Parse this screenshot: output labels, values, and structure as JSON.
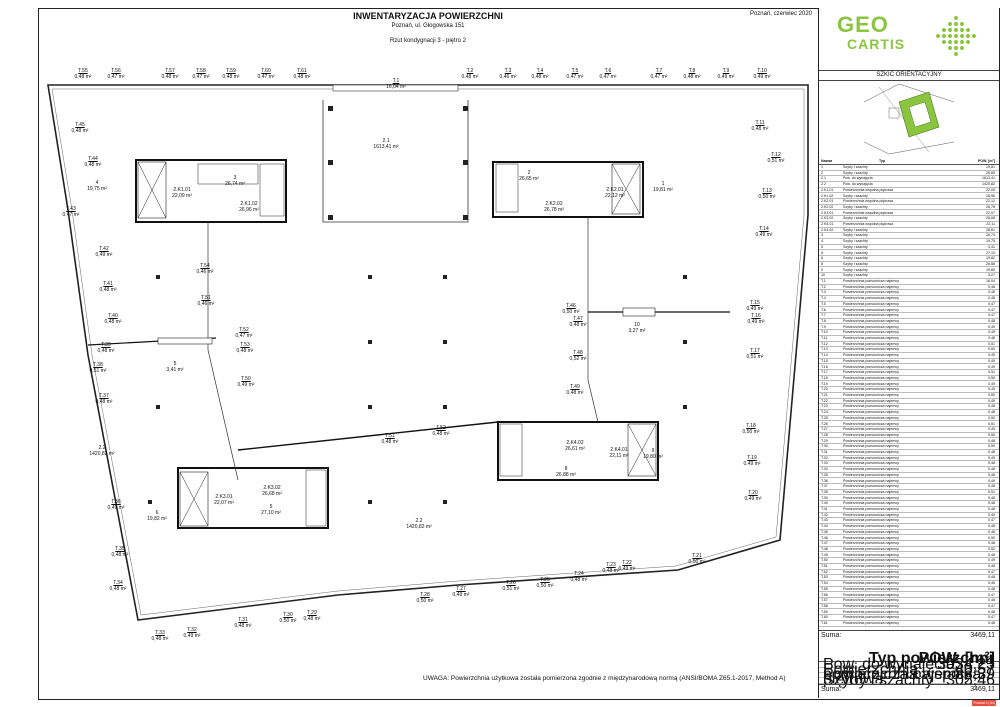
{
  "header": {
    "title": "INWENTARYZACJA POWIERZCHNI",
    "address": "Poznań, ul. Głogowska 151",
    "subtitle": "Rzut kondygnacji 3 - piętro 2",
    "date": "Poznań, czerwiec 2020"
  },
  "logo": {
    "line1": "GEO",
    "line2": "CARTIS",
    "color": "#8bc53f"
  },
  "sketch_title": "SZKIC ORIENTACYJNY",
  "note": "UWAGA: Powierzchnia użytkowa została pomierzona zgodnie z międzynarodową normą (ANSI/BOMA Z65.1-2017, Method A)",
  "badge": "Podział 3 (3d)",
  "rooms": [
    {
      "code": "T.55",
      "area": "0,48 m²"
    },
    {
      "code": "T.56",
      "area": "0,47 m²"
    },
    {
      "code": "T.57",
      "area": "0,48 m²"
    },
    {
      "code": "T.58",
      "area": "0,47 m²"
    },
    {
      "code": "T.59",
      "area": "0,48 m²"
    },
    {
      "code": "T.60",
      "area": "0,47 m²"
    },
    {
      "code": "T.61",
      "area": "0,48 m²"
    },
    {
      "code": "T.1",
      "area": "16,04 m²"
    },
    {
      "code": "T.2",
      "area": "0,48 m²"
    },
    {
      "code": "T.3",
      "area": "0,46 m²"
    },
    {
      "code": "T.4",
      "area": "0,48 m²"
    },
    {
      "code": "T.5",
      "area": "0,47 m²"
    },
    {
      "code": "T.6",
      "area": "0,47 m²"
    },
    {
      "code": "T.7",
      "area": "0,47 m²"
    },
    {
      "code": "T.8",
      "area": "0,48 m²"
    },
    {
      "code": "T.9",
      "area": "0,49 m²"
    },
    {
      "code": "T.10",
      "area": "0,49 m²"
    },
    {
      "code": "T.45",
      "area": "0,48 m²"
    },
    {
      "code": "T.11",
      "area": "0,48 m²"
    },
    {
      "code": "T.44",
      "area": "0,48 m²"
    },
    {
      "code": "T.12",
      "area": "0,51 m²"
    },
    {
      "code": "T.13",
      "area": "0,50 m²"
    },
    {
      "code": "T.43",
      "area": "0,47 m²"
    },
    {
      "code": "T.14",
      "area": "0,49 m²"
    },
    {
      "code": "T.42",
      "area": "0,49 m²"
    },
    {
      "code": "T.54",
      "area": "0,46 m²"
    },
    {
      "code": "T.41",
      "area": "0,48 m²"
    },
    {
      "code": "T.51",
      "area": "0,46 m²"
    },
    {
      "code": "T.46",
      "area": "0,50 m²"
    },
    {
      "code": "T.47",
      "area": "0,48 m²"
    },
    {
      "code": "T.15",
      "area": "0,49 m²"
    },
    {
      "code": "T.16",
      "area": "0,49 m²"
    },
    {
      "code": "T.40",
      "area": "0,48 m²"
    },
    {
      "code": "T.52",
      "area": "0,47 m²"
    },
    {
      "code": "T.53",
      "area": "0,48 m²"
    },
    {
      "code": "T.39",
      "area": "0,48 m²"
    },
    {
      "code": "T.38",
      "area": "0,51 m²"
    },
    {
      "code": "T.48",
      "area": "0,52 m²"
    },
    {
      "code": "T.17",
      "area": "0,51 m²"
    },
    {
      "code": "T.50",
      "area": "0,49 m²"
    },
    {
      "code": "T.49",
      "area": "0,48 m²"
    },
    {
      "code": "T.37",
      "area": "0,48 m²"
    },
    {
      "code": "T.18",
      "area": "0,50 m²"
    },
    {
      "code": "T.51",
      "area": "0,48 m²"
    },
    {
      "code": "T.52",
      "area": "0,48 m²"
    },
    {
      "code": "T.19",
      "area": "0,49 m²"
    },
    {
      "code": "T.36",
      "area": "0,49 m²"
    },
    {
      "code": "T.20",
      "area": "0,49 m²"
    },
    {
      "code": "T.35",
      "area": "0,48 m²"
    },
    {
      "code": "T.21",
      "area": "0,50 m²"
    },
    {
      "code": "T.22",
      "area": "0,49 m²"
    },
    {
      "code": "T.23",
      "area": "0,48 m²"
    },
    {
      "code": "T.24",
      "area": "0,48 m²"
    },
    {
      "code": "T.25",
      "area": "0,50 m²"
    },
    {
      "code": "T.26",
      "area": "0,51 m²"
    },
    {
      "code": "T.27",
      "area": "0,49 m²"
    },
    {
      "code": "T.28",
      "area": "0,50 m²"
    },
    {
      "code": "T.34",
      "area": "0,48 m²"
    },
    {
      "code": "T.29",
      "area": "0,48 m²"
    },
    {
      "code": "T.30",
      "area": "0,50 m²"
    },
    {
      "code": "T.31",
      "area": "0,48 m²"
    },
    {
      "code": "T.32",
      "area": "0,49 m²"
    },
    {
      "code": "T.33",
      "area": "0,48 m²"
    }
  ],
  "big_rooms": [
    {
      "code": "2.1",
      "area": "1613,41 m²"
    },
    {
      "code": "2.2",
      "area": "1420,82 m²"
    },
    {
      "code": "2.2",
      "area": "1420,82 m²"
    },
    {
      "code": "3",
      "area": "26,74 m²"
    },
    {
      "code": "2.K1.01",
      "area": "22,09 m²"
    },
    {
      "code": "2.K1.02",
      "area": "26,96 m²"
    },
    {
      "code": "4",
      "area": "19,75 m²"
    },
    {
      "code": "2",
      "area": "26,65 m²"
    },
    {
      "code": "2.K2.01",
      "area": "22,12 m²"
    },
    {
      "code": "2.K2.02",
      "area": "26,78 m²"
    },
    {
      "code": "1",
      "area": "19,81 m²"
    },
    {
      "code": "5",
      "area": "3,41 m²"
    },
    {
      "code": "10",
      "area": "3,27 m²"
    },
    {
      "code": "2.K4.02",
      "area": "26,61 m²"
    },
    {
      "code": "2.K4.01",
      "area": "22,11 m²"
    },
    {
      "code": "8",
      "area": "26,88 m²"
    },
    {
      "code": "9",
      "area": "19,80 m²"
    },
    {
      "code": "2.K3.02",
      "area": "26,68 m²"
    },
    {
      "code": "2.K3.01",
      "area": "22,07 m²"
    },
    {
      "code": "5",
      "area": "27,10 m²"
    },
    {
      "code": "6",
      "area": "19,82 m²"
    }
  ],
  "table": {
    "headers": {
      "name": "Nazwa",
      "type": "Typ",
      "area": "POW. [m²]"
    },
    "rows": [
      [
        "1",
        "Szyby i szachty",
        "19,81"
      ],
      [
        "2",
        "Szyby i szachty",
        "26,65"
      ],
      [
        "2.1",
        "Pow. do wynajęcia",
        "1613,41"
      ],
      [
        "2.2",
        "Pow. do wynajęcia",
        "1420,82"
      ],
      [
        "2.K1.01",
        "Powierzchnia wspólna piętrowa",
        "22,09"
      ],
      [
        "2.K1.02",
        "Szyby i szachty",
        "26,96"
      ],
      [
        "2.K2.01",
        "Powierzchnia wspólna piętrowa",
        "22,12"
      ],
      [
        "2.K2.02",
        "Szyby i szachty",
        "26,78"
      ],
      [
        "2.K3.01",
        "Powierzchnia wspólna piętrowa",
        "22,07"
      ],
      [
        "2.K3.02",
        "Szyby i szachty",
        "26,68"
      ],
      [
        "2.K4.01",
        "Powierzchnia wspólna piętrowa",
        "22,11"
      ],
      [
        "2.K4.02",
        "Szyby i szachty",
        "26,61"
      ],
      [
        "3",
        "Szyby i szachty",
        "26,74"
      ],
      [
        "4",
        "Szyby i szachty",
        "19,75"
      ],
      [
        "5",
        "Szyby i szachty",
        "3,41"
      ],
      [
        "5",
        "Szyby i szachty",
        "27,10"
      ],
      [
        "6",
        "Szyby i szachty",
        "19,82"
      ],
      [
        "8",
        "Szyby i szachty",
        "26,88"
      ],
      [
        "9",
        "Szyby i szachty",
        "19,80"
      ],
      [
        "10",
        "Szyby i szachty",
        "3,27"
      ],
      [
        "T.1",
        "Powierzchnia pomocnicza najemcy",
        "16,04"
      ],
      [
        "T.2",
        "Powierzchnia pomocnicza najemcy",
        "0,48"
      ],
      [
        "T.3",
        "Powierzchnia pomocnicza najemcy",
        "0,46"
      ],
      [
        "T.4",
        "Powierzchnia pomocnicza najemcy",
        "0,48"
      ],
      [
        "T.5",
        "Powierzchnia pomocnicza najemcy",
        "0,47"
      ],
      [
        "T.6",
        "Powierzchnia pomocnicza najemcy",
        "0,47"
      ],
      [
        "T.7",
        "Powierzchnia pomocnicza najemcy",
        "0,47"
      ],
      [
        "T.8",
        "Powierzchnia pomocnicza najemcy",
        "0,48"
      ],
      [
        "T.9",
        "Powierzchnia pomocnicza najemcy",
        "0,49"
      ],
      [
        "T.10",
        "Powierzchnia pomocnicza najemcy",
        "0,49"
      ],
      [
        "T.11",
        "Powierzchnia pomocnicza najemcy",
        "0,48"
      ],
      [
        "T.12",
        "Powierzchnia pomocnicza najemcy",
        "0,51"
      ],
      [
        "T.13",
        "Powierzchnia pomocnicza najemcy",
        "0,50"
      ],
      [
        "T.14",
        "Powierzchnia pomocnicza najemcy",
        "0,49"
      ],
      [
        "T.15",
        "Powierzchnia pomocnicza najemcy",
        "0,49"
      ],
      [
        "T.16",
        "Powierzchnia pomocnicza najemcy",
        "0,49"
      ],
      [
        "T.17",
        "Powierzchnia pomocnicza najemcy",
        "0,51"
      ],
      [
        "T.18",
        "Powierzchnia pomocnicza najemcy",
        "0,50"
      ],
      [
        "T.19",
        "Powierzchnia pomocnicza najemcy",
        "0,49"
      ],
      [
        "T.20",
        "Powierzchnia pomocnicza najemcy",
        "0,49"
      ],
      [
        "T.21",
        "Powierzchnia pomocnicza najemcy",
        "0,50"
      ],
      [
        "T.22",
        "Powierzchnia pomocnicza najemcy",
        "0,49"
      ],
      [
        "T.23",
        "Powierzchnia pomocnicza najemcy",
        "0,48"
      ],
      [
        "T.24",
        "Powierzchnia pomocnicza najemcy",
        "0,48"
      ],
      [
        "T.25",
        "Powierzchnia pomocnicza najemcy",
        "0,50"
      ],
      [
        "T.26",
        "Powierzchnia pomocnicza najemcy",
        "0,51"
      ],
      [
        "T.27",
        "Powierzchnia pomocnicza najemcy",
        "0,49"
      ],
      [
        "T.28",
        "Powierzchnia pomocnicza najemcy",
        "0,50"
      ],
      [
        "T.29",
        "Powierzchnia pomocnicza najemcy",
        "0,48"
      ],
      [
        "T.30",
        "Powierzchnia pomocnicza najemcy",
        "0,50"
      ],
      [
        "T.31",
        "Powierzchnia pomocnicza najemcy",
        "0,48"
      ],
      [
        "T.32",
        "Powierzchnia pomocnicza najemcy",
        "0,49"
      ],
      [
        "T.33",
        "Powierzchnia pomocnicza najemcy",
        "0,48"
      ],
      [
        "T.34",
        "Powierzchnia pomocnicza najemcy",
        "0,48"
      ],
      [
        "T.35",
        "Powierzchnia pomocnicza najemcy",
        "0,48"
      ],
      [
        "T.36",
        "Powierzchnia pomocnicza najemcy",
        "0,49"
      ],
      [
        "T.37",
        "Powierzchnia pomocnicza najemcy",
        "0,48"
      ],
      [
        "T.38",
        "Powierzchnia pomocnicza najemcy",
        "0,51"
      ],
      [
        "T.39",
        "Powierzchnia pomocnicza najemcy",
        "0,48"
      ],
      [
        "T.40",
        "Powierzchnia pomocnicza najemcy",
        "0,48"
      ],
      [
        "T.41",
        "Powierzchnia pomocnicza najemcy",
        "0,48"
      ],
      [
        "T.42",
        "Powierzchnia pomocnicza najemcy",
        "0,49"
      ],
      [
        "T.43",
        "Powierzchnia pomocnicza najemcy",
        "0,47"
      ],
      [
        "T.44",
        "Powierzchnia pomocnicza najemcy",
        "0,48"
      ],
      [
        "T.45",
        "Powierzchnia pomocnicza najemcy",
        "0,48"
      ],
      [
        "T.46",
        "Powierzchnia pomocnicza najemcy",
        "0,50"
      ],
      [
        "T.47",
        "Powierzchnia pomocnicza najemcy",
        "0,48"
      ],
      [
        "T.48",
        "Powierzchnia pomocnicza najemcy",
        "0,52"
      ],
      [
        "T.49",
        "Powierzchnia pomocnicza najemcy",
        "0,48"
      ],
      [
        "T.50",
        "Powierzchnia pomocnicza najemcy",
        "0,49"
      ],
      [
        "T.51",
        "Powierzchnia pomocnicza najemcy",
        "0,48"
      ],
      [
        "T.52",
        "Powierzchnia pomocnicza najemcy",
        "0,47"
      ],
      [
        "T.53",
        "Powierzchnia pomocnicza najemcy",
        "0,48"
      ],
      [
        "T.54",
        "Powierzchnia pomocnicza najemcy",
        "0,46"
      ],
      [
        "T.55",
        "Powierzchnia pomocnicza najemcy",
        "0,48"
      ],
      [
        "T.56",
        "Powierzchnia pomocnicza najemcy",
        "0,47"
      ],
      [
        "T.57",
        "Powierzchnia pomocnicza najemcy",
        "0,48"
      ],
      [
        "T.58",
        "Powierzchnia pomocnicza najemcy",
        "0,47"
      ],
      [
        "T.59",
        "Powierzchnia pomocnicza najemcy",
        "0,48"
      ],
      [
        "T.60",
        "Powierzchnia pomocnicza najemcy",
        "0,47"
      ],
      [
        "T.61",
        "Powierzchnia pomocnicza najemcy",
        "0,48"
      ]
    ],
    "sum_label": "Suma:",
    "sum_value": "3469,11"
  },
  "summary": {
    "headers": {
      "type": "Typ powierzchni",
      "area": "POW. [m²]"
    },
    "rows": [
      [
        "Pow. do wynajęcia",
        "3034,23"
      ],
      [
        "Powierzchnia pomocnicza najemcy",
        "40,57"
      ],
      [
        "Powierzchnia wspólna piętrowa",
        "88,39"
      ],
      [
        "Szyby i szachty",
        "305,46"
      ]
    ],
    "sum_label": "Suma:",
    "sum_value": "3469,11"
  }
}
